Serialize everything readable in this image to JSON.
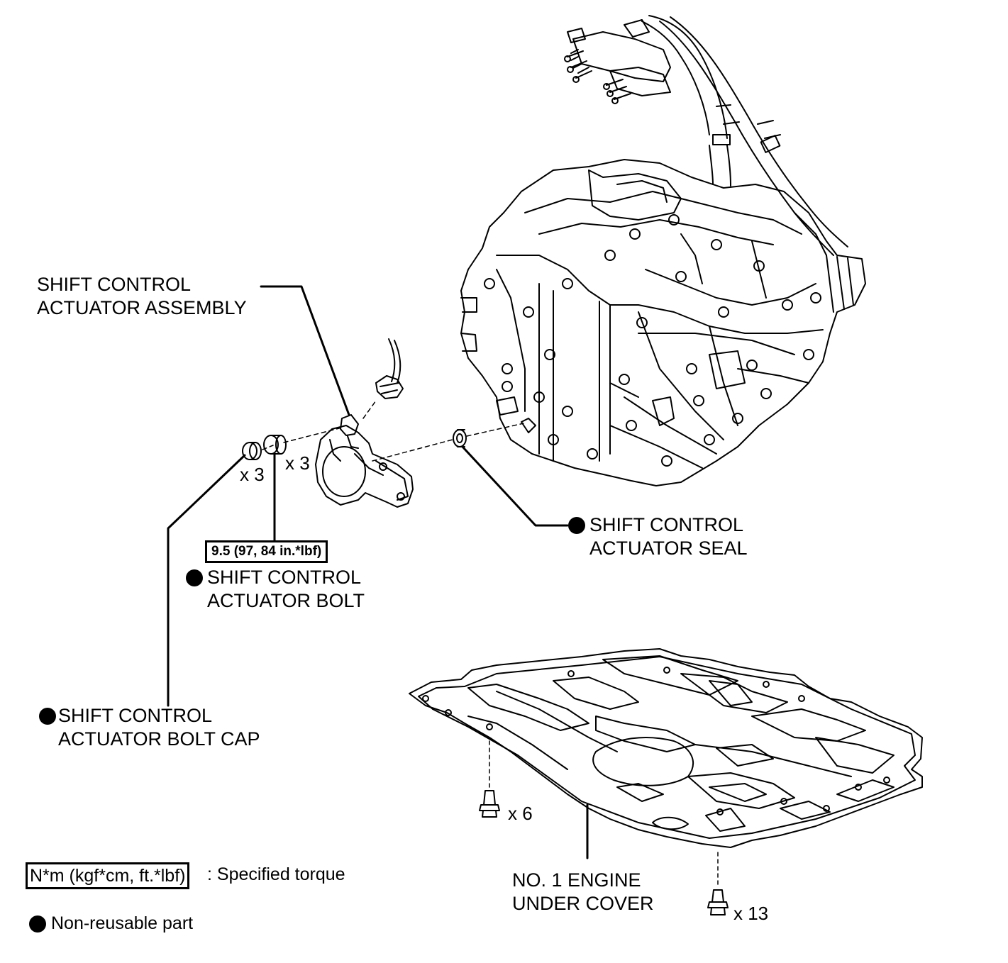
{
  "labels": {
    "actuator_assembly": [
      "SHIFT CONTROL",
      "ACTUATOR ASSEMBLY"
    ],
    "actuator_seal": [
      "SHIFT CONTROL",
      "ACTUATOR SEAL"
    ],
    "actuator_bolt": [
      "SHIFT CONTROL",
      "ACTUATOR BOLT"
    ],
    "actuator_bolt_cap": [
      "SHIFT CONTROL",
      "ACTUATOR BOLT CAP"
    ],
    "under_cover": [
      "NO. 1 ENGINE",
      "UNDER COVER"
    ]
  },
  "quantities": {
    "bolt_cap": "x 3",
    "bolt": "x 3",
    "cover_bolt": "x 6",
    "cover_screw": "x 13"
  },
  "torque": {
    "actuator_bolt": "9.5 (97, 84 in.*lbf)"
  },
  "legend": {
    "torque_unit": "N*m (kgf*cm, ft.*lbf)",
    "torque_text": ": Specified torque",
    "non_reusable_text": "Non-reusable part"
  }
}
